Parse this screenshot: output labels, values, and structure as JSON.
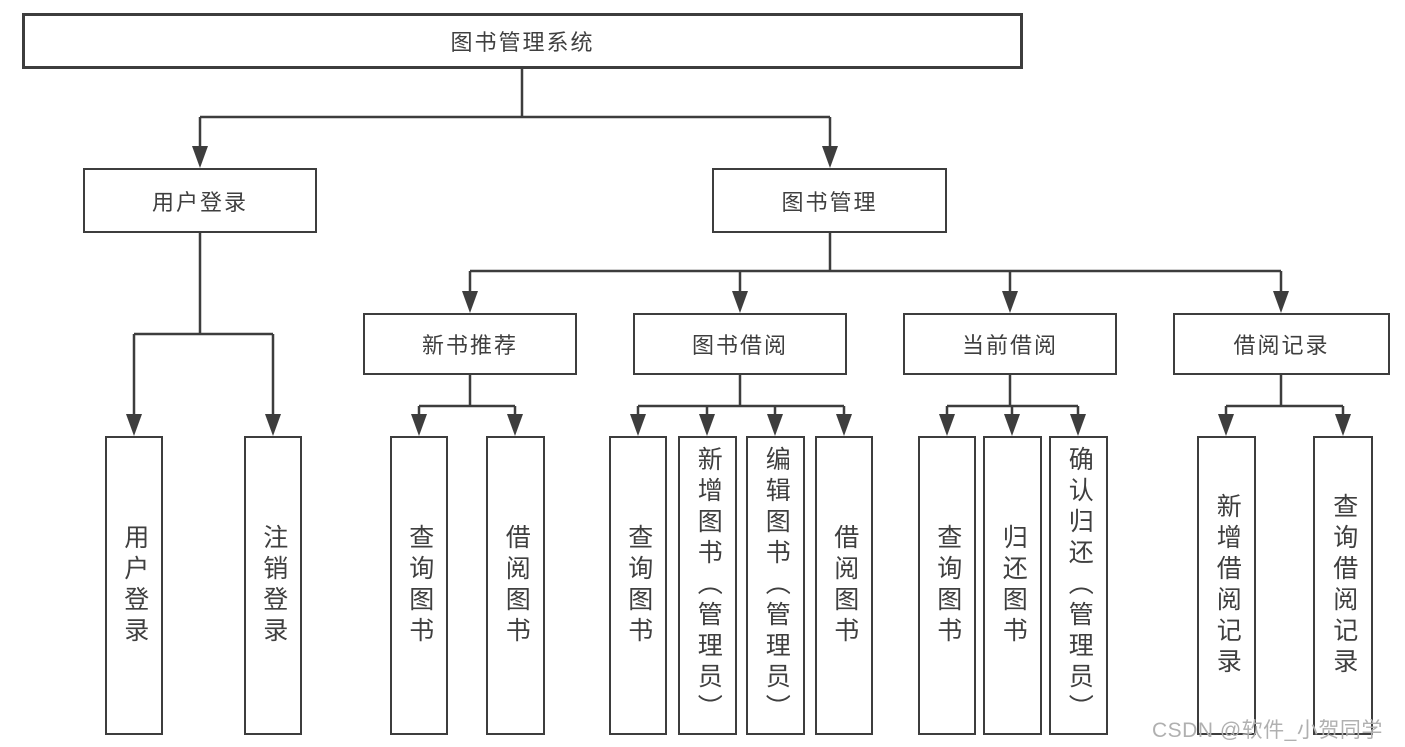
{
  "tree": {
    "label": "图书管理系统",
    "children": [
      {
        "label": "用户登录",
        "children": [
          {
            "label": "用户登录"
          },
          {
            "label": "注销登录"
          }
        ]
      },
      {
        "label": "图书管理",
        "children": [
          {
            "label": "新书推荐",
            "children": [
              {
                "label": "查询图书"
              },
              {
                "label": "借阅图书"
              }
            ]
          },
          {
            "label": "图书借阅",
            "children": [
              {
                "label": "查询图书"
              },
              {
                "label": "新增图书（管理员）"
              },
              {
                "label": "编辑图书（管理员）"
              },
              {
                "label": "借阅图书"
              }
            ]
          },
          {
            "label": "当前借阅",
            "children": [
              {
                "label": "查询图书"
              },
              {
                "label": "归还图书"
              },
              {
                "label": "确认归还（管理员）"
              }
            ]
          },
          {
            "label": "借阅记录",
            "children": [
              {
                "label": "新增借阅记录"
              },
              {
                "label": "查询借阅记录"
              }
            ]
          }
        ]
      }
    ]
  },
  "watermark": "CSDN @软件_小贺同学",
  "colors": {
    "line": "#3d3d3d",
    "text": "#3f3f3f",
    "watermark": "#b0b0b0",
    "background": "#ffffff"
  }
}
